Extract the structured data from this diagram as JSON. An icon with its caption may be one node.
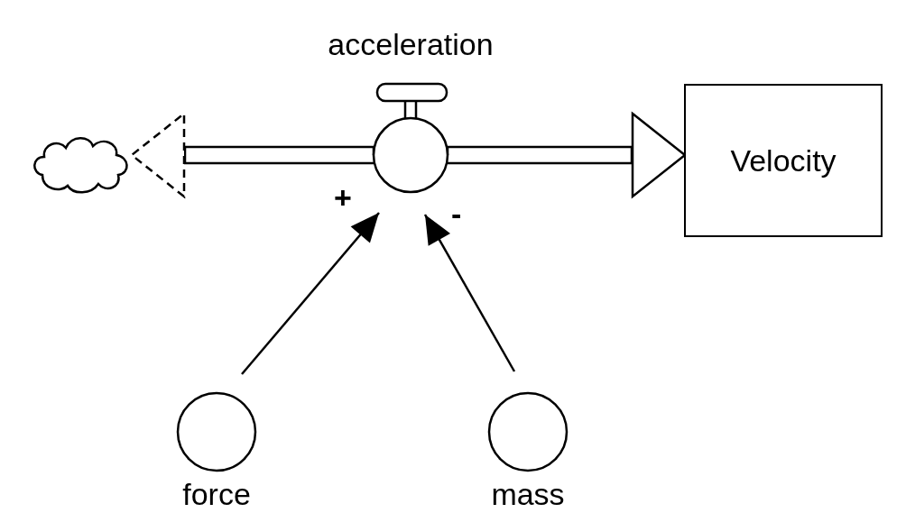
{
  "diagram": {
    "nodes": [
      {
        "text": [],
        "shape": "cloud"
      },
      {
        "text": [
          "acceleration"
        ]
      },
      {
        "text": [
          "Velocity"
        ]
      },
      {
        "text": [
          "force"
        ]
      },
      {
        "text": [
          "mass"
        ]
      }
    ],
    "edges": [
      {
        "from": 1,
        "to": 0,
        "arrow": "to"
      },
      {
        "from": 1,
        "to": 2,
        "arrow": "to"
      },
      {
        "from": 3,
        "to": 1,
        "arrow": "to",
        "label": "+"
      },
      {
        "from": 4,
        "to": 1,
        "arrow": "to",
        "label": "-"
      }
    ]
  }
}
